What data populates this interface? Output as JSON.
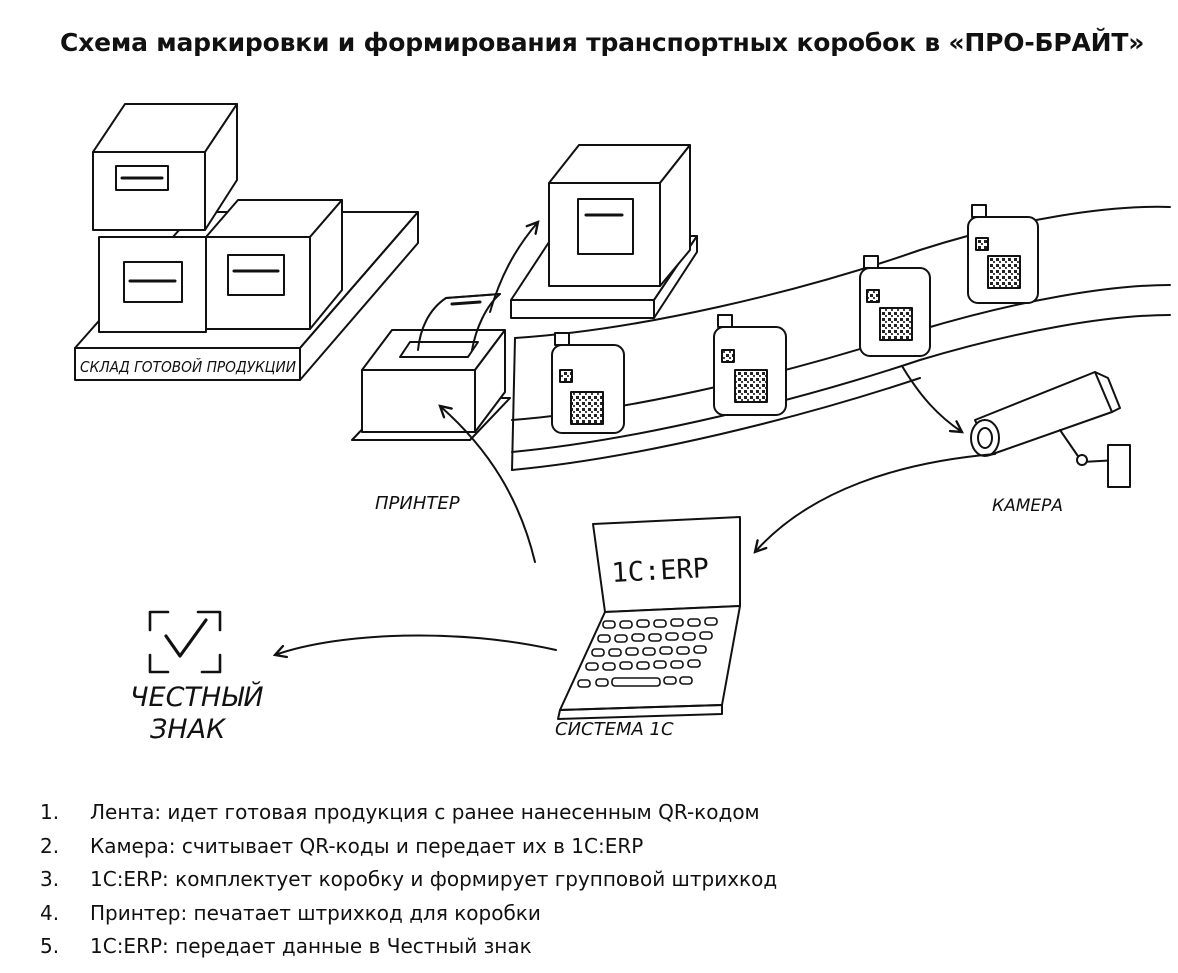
{
  "title": "Схема маркировки и формирования транспортных коробок в «ПРО-БРАЙТ»",
  "labels": {
    "warehouse": "СКЛАД ГОТОВОЙ ПРОДУКЦИИ",
    "printer": "ПРИНТЕР",
    "camera": "КАМЕРА",
    "laptop_screen": "1С:ERP",
    "system": "СИСТЕМА 1С",
    "honest_sign_line1": "ЧЕСТНЫЙ",
    "honest_sign_line2": "ЗНАК"
  },
  "steps": [
    {
      "num": "1.",
      "text": "Лента: идет готовая продукция с ранее нанесенным QR-кодом"
    },
    {
      "num": "2.",
      "text": "Камера: считывает QR-коды и передает их в 1С:ERP"
    },
    {
      "num": "3.",
      "text": "1С:ERP: комплектует коробку и формирует групповой штрихкод"
    },
    {
      "num": "4.",
      "text": "Принтер: печатает штрихкод для коробки"
    },
    {
      "num": "5.",
      "text": "1С:ERP: передает данные в Честный знак"
    }
  ]
}
